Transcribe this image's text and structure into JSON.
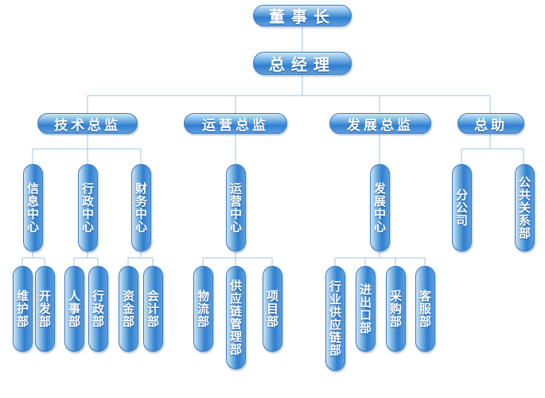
{
  "org": {
    "chairman": "董事长",
    "gm": "总经理",
    "directors": {
      "tech": "技术总监",
      "ops": "运营总监",
      "dev": "发展总监",
      "assistant": "总助"
    },
    "centers": {
      "info": "信息中心",
      "admin": "行政中心",
      "finance": "财务中心",
      "ops": "运营中心",
      "dev": "发展中心",
      "branch": "分公司",
      "pr": "公共关系部"
    },
    "departments": {
      "maintenance": "维护部",
      "development": "开发部",
      "hr": "人事部",
      "admin": "行政部",
      "funds": "资金部",
      "accounting": "会计部",
      "logistics": "物流部",
      "scm": "供应链管理部",
      "project": "项目部",
      "industry_supply": "行业供应链部",
      "import_export": "进出口部",
      "purchasing": "采购部",
      "customer_service": "客服部"
    }
  }
}
